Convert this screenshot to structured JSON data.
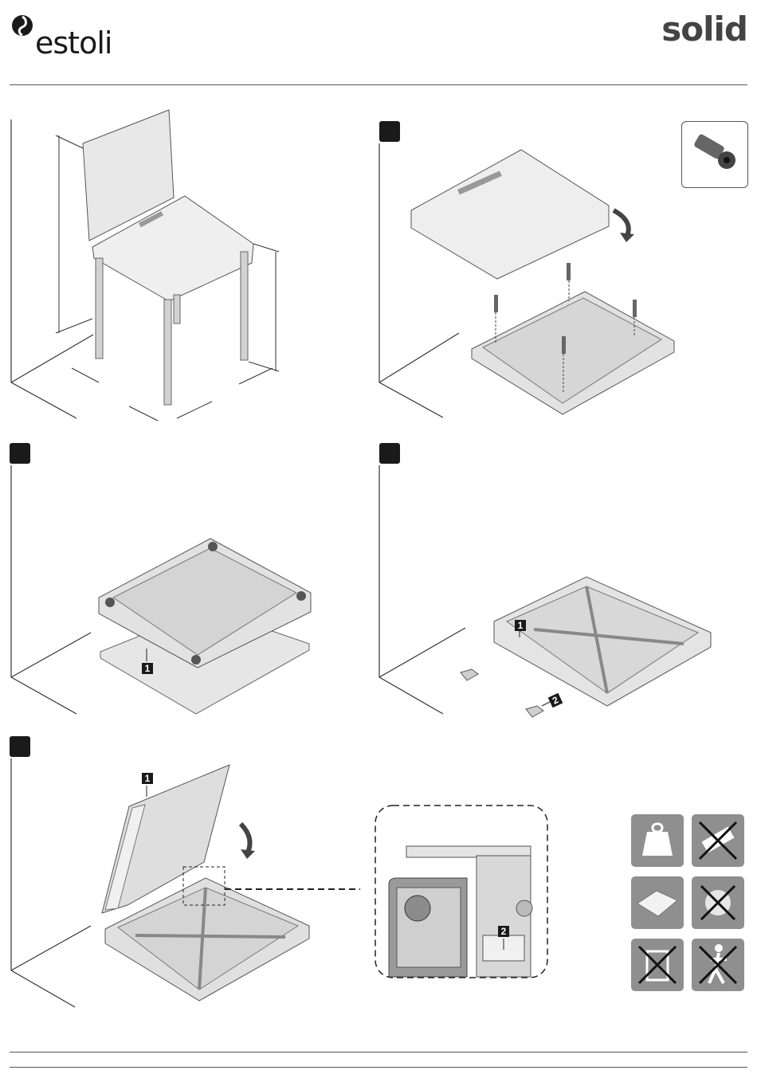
{
  "header": {
    "brand_left": "estoli",
    "brand_right": "solid"
  },
  "steps": [
    {
      "id": "overview",
      "badge": ""
    },
    {
      "id": "step-1",
      "badge": ""
    },
    {
      "id": "step-2",
      "badge": ""
    },
    {
      "id": "step-3",
      "badge": ""
    },
    {
      "id": "step-4",
      "badge": ""
    }
  ],
  "callouts": {
    "step2_marker": "1",
    "step3_marker_a": "1",
    "step3_marker_b": "2",
    "step4_marker_a": "1",
    "step4_marker_b": "2"
  },
  "icons": {
    "screw": "screw-icon",
    "care": [
      "weight-icon",
      "no-sharp-icon",
      "cloth-icon",
      "no-abrasive-icon",
      "no-solvent-icon",
      "no-standing-icon"
    ]
  },
  "colors": {
    "ink": "#1a1a1a",
    "tile": "#8f8f8f",
    "part": "#e4e4e4"
  }
}
